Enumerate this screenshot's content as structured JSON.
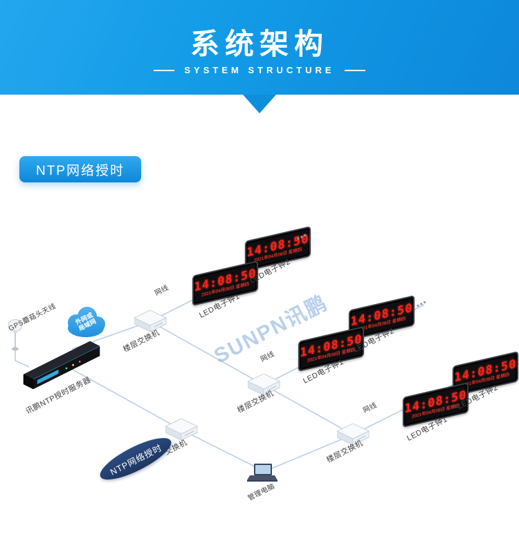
{
  "banner": {
    "title": "系统架构",
    "subtitle": "SYSTEM STRUCTURE"
  },
  "section": {
    "badge": "NTP网络授时"
  },
  "watermark": "SUNPN讯鹏",
  "diagram": {
    "gps_label": "GPS蘑菇头天线",
    "cloud_label_line1": "外网或",
    "cloud_label_line2": "局域网",
    "server_label": "讯鹏NTP授时服务器",
    "floor_switch_label": "楼层交换机",
    "switch_label": "交换机",
    "cable_label": "网线",
    "clock1_label": "LED电子钟1",
    "clock2_label": "LED电子钟2",
    "pc_label": "管理电脑",
    "ntp_badge": "NTP网络授时",
    "ellipsis": "⋯",
    "clock_display": {
      "time": "14:08:50",
      "date": "2021年04月08日 星期四"
    }
  },
  "colors": {
    "banner_blue": "#129ae6",
    "clock_red": "#ff2218",
    "badge_navy": "#24416f",
    "line_blue": "#b9cfe6"
  }
}
